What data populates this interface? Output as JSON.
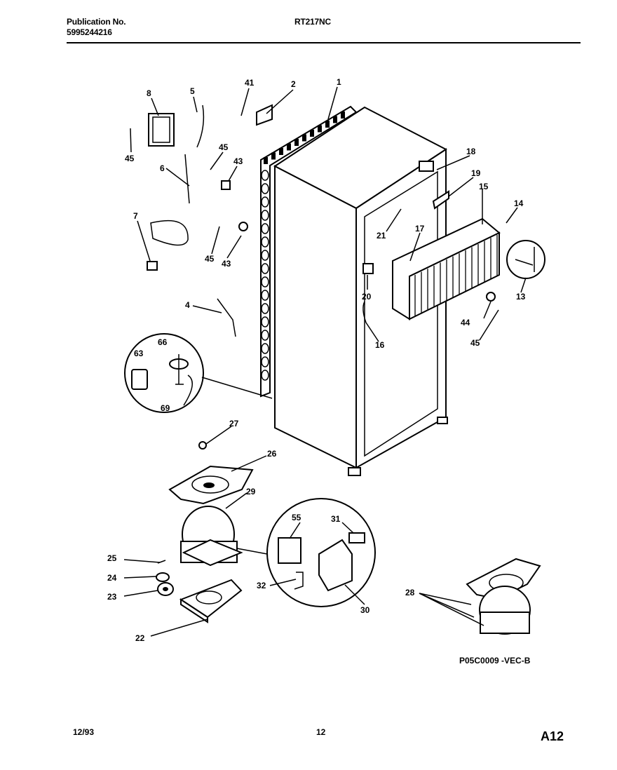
{
  "header": {
    "publication_label": "Publication No.",
    "publication_number": "5995244216",
    "model": "RT217NC"
  },
  "diagram": {
    "callouts": [
      {
        "id": "c1",
        "text": "1"
      },
      {
        "id": "c2",
        "text": "2"
      },
      {
        "id": "c41",
        "text": "41"
      },
      {
        "id": "c8",
        "text": "8"
      },
      {
        "id": "c5",
        "text": "5"
      },
      {
        "id": "c45a",
        "text": "45"
      },
      {
        "id": "c45b",
        "text": "45"
      },
      {
        "id": "c43a",
        "text": "43"
      },
      {
        "id": "c6",
        "text": "6"
      },
      {
        "id": "c7",
        "text": "7"
      },
      {
        "id": "c45c",
        "text": "45"
      },
      {
        "id": "c43b",
        "text": "43"
      },
      {
        "id": "c4",
        "text": "4"
      },
      {
        "id": "c63",
        "text": "63"
      },
      {
        "id": "c66",
        "text": "66"
      },
      {
        "id": "c69",
        "text": "69"
      },
      {
        "id": "c18",
        "text": "18"
      },
      {
        "id": "c19",
        "text": "19"
      },
      {
        "id": "c15",
        "text": "15"
      },
      {
        "id": "c14",
        "text": "14"
      },
      {
        "id": "c21",
        "text": "21"
      },
      {
        "id": "c17",
        "text": "17"
      },
      {
        "id": "c13",
        "text": "13"
      },
      {
        "id": "c20",
        "text": "20"
      },
      {
        "id": "c16",
        "text": "16"
      },
      {
        "id": "c44",
        "text": "44"
      },
      {
        "id": "c45d",
        "text": "45"
      },
      {
        "id": "c27",
        "text": "27"
      },
      {
        "id": "c26",
        "text": "26"
      },
      {
        "id": "c29",
        "text": "29"
      },
      {
        "id": "c55",
        "text": "55"
      },
      {
        "id": "c31",
        "text": "31"
      },
      {
        "id": "c25",
        "text": "25"
      },
      {
        "id": "c24",
        "text": "24"
      },
      {
        "id": "c23",
        "text": "23"
      },
      {
        "id": "c32",
        "text": "32"
      },
      {
        "id": "c30",
        "text": "30"
      },
      {
        "id": "c22",
        "text": "22"
      },
      {
        "id": "c28",
        "text": "28"
      }
    ],
    "figure_code": "P05C0009 -VEC-B"
  },
  "footer": {
    "date": "12/93",
    "page": "12",
    "sheet": "A12"
  }
}
